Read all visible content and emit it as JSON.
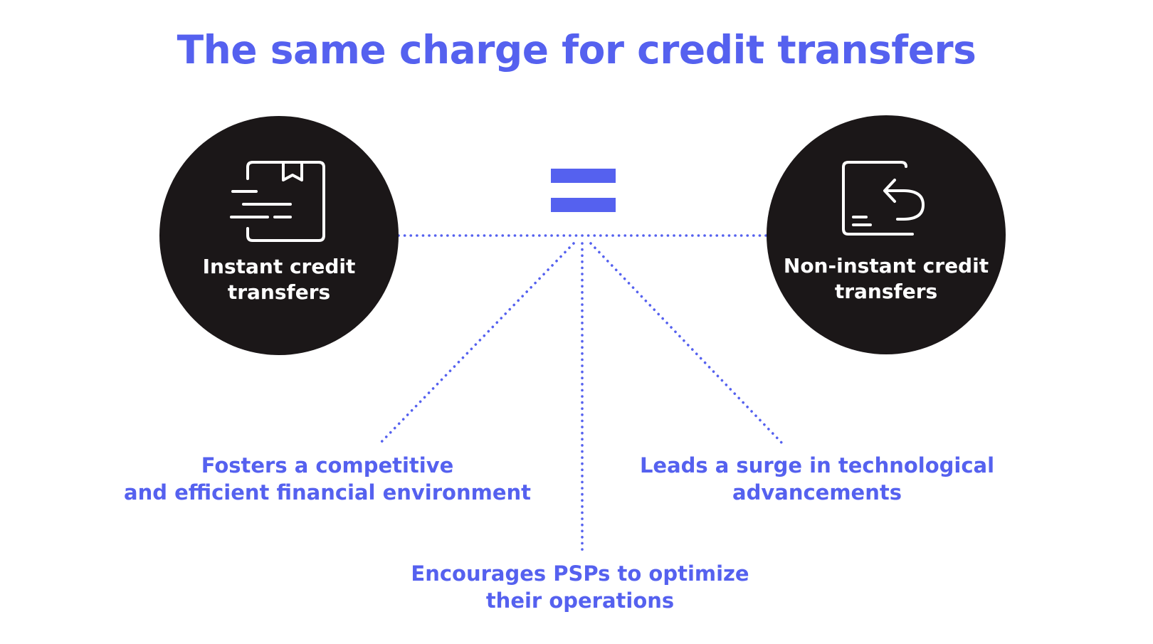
{
  "title": "The same charge for credit transfers",
  "colors": {
    "accent": "#5561ef",
    "circle": "#1b1718",
    "icon": "#ffffff"
  },
  "left_node": {
    "label_line1": "Instant credit",
    "label_line2": "transfers",
    "icon": "package-speed-icon"
  },
  "right_node": {
    "label_line1": "Non-instant credit",
    "label_line2": "transfers",
    "icon": "card-return-icon"
  },
  "equals": {
    "icon": "equals-icon"
  },
  "benefits": [
    {
      "line1": "Fosters a competitive",
      "line2": "and efficient financial environment"
    },
    {
      "line1": "Encourages PSPs to optimize",
      "line2": "their operations"
    },
    {
      "line1": "Leads a surge in technological",
      "line2": "advancements"
    }
  ]
}
